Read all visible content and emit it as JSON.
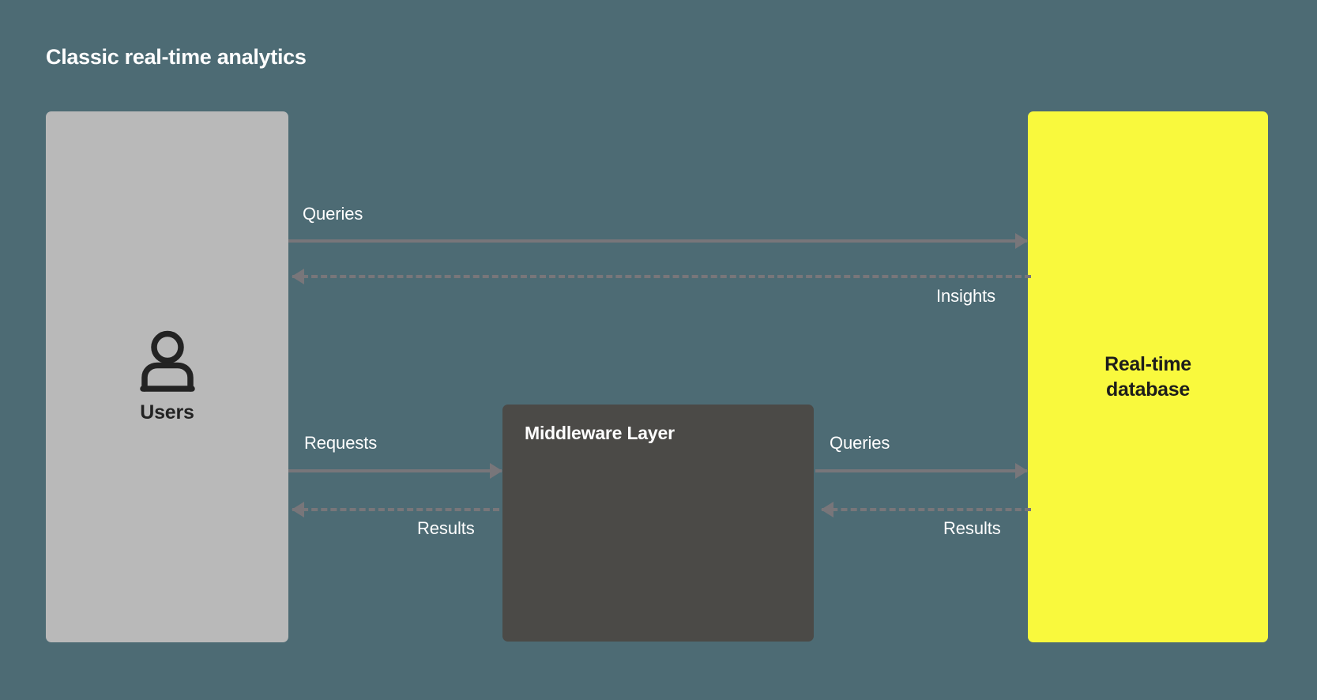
{
  "diagram": {
    "title": "Classic real-time analytics",
    "background_color": "#4d6b74",
    "nodes": {
      "users": {
        "label": "Users",
        "icon": "user-icon",
        "fill_color": "#b9b9b9",
        "text_color": "#232323"
      },
      "middleware": {
        "label": "Middleware Layer",
        "fill_color": "#4b4a47",
        "text_color": "#ffffff"
      },
      "database": {
        "label": "Real-time\ndatabase",
        "line1": "Real-time",
        "line2": "database",
        "fill_color": "#f9f93d",
        "text_color": "#1d1d1b"
      }
    },
    "edges": [
      {
        "id": "users-db-queries",
        "label": "Queries",
        "from": "users",
        "to": "database",
        "style": "solid",
        "direction": "right",
        "color": "#78767a"
      },
      {
        "id": "db-users-insights",
        "label": "Insights",
        "from": "database",
        "to": "users",
        "style": "dashed",
        "direction": "left",
        "color": "#78767a"
      },
      {
        "id": "users-mw-requests",
        "label": "Requests",
        "from": "users",
        "to": "middleware",
        "style": "solid",
        "direction": "right",
        "color": "#78767a"
      },
      {
        "id": "mw-users-results",
        "label": "Results",
        "from": "middleware",
        "to": "users",
        "style": "dashed",
        "direction": "left",
        "color": "#78767a"
      },
      {
        "id": "mw-db-queries",
        "label": "Queries",
        "from": "middleware",
        "to": "database",
        "style": "solid",
        "direction": "right",
        "color": "#78767a"
      },
      {
        "id": "db-mw-results",
        "label": "Results",
        "from": "database",
        "to": "middleware",
        "style": "dashed",
        "direction": "left",
        "color": "#78767a"
      }
    ]
  }
}
